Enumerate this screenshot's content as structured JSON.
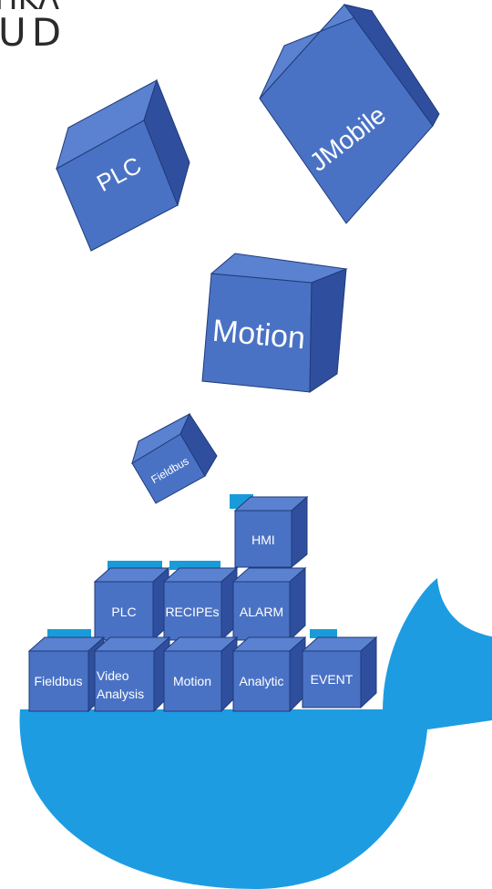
{
  "logo": {
    "line1": "ΠΚΛ",
    "line2": "UD"
  },
  "colors": {
    "cube_front": "#4a72c4",
    "cube_top": "#5b82d0",
    "cube_side": "#2f4f9e",
    "cube_edge": "#1f3b7a",
    "whale": "#1d9ce2",
    "container_accent": "#1a9bd9"
  },
  "flying_cubes": [
    {
      "id": "plc",
      "label": "PLC"
    },
    {
      "id": "jmobile",
      "label": "JMobile"
    },
    {
      "id": "motion",
      "label": "Motion"
    },
    {
      "id": "fieldbus",
      "label": "Fieldbus"
    }
  ],
  "stack": {
    "top": [
      {
        "label": "HMI"
      }
    ],
    "middle": [
      {
        "label": "PLC"
      },
      {
        "label": "RECIPEs"
      },
      {
        "label": "ALARM"
      }
    ],
    "bottom": [
      {
        "label": "Fieldbus"
      },
      {
        "label_line1": "Video",
        "label_line2": "Analysis"
      },
      {
        "label": "Motion"
      },
      {
        "label": "Analytic"
      },
      {
        "label": "EVENT"
      }
    ]
  }
}
